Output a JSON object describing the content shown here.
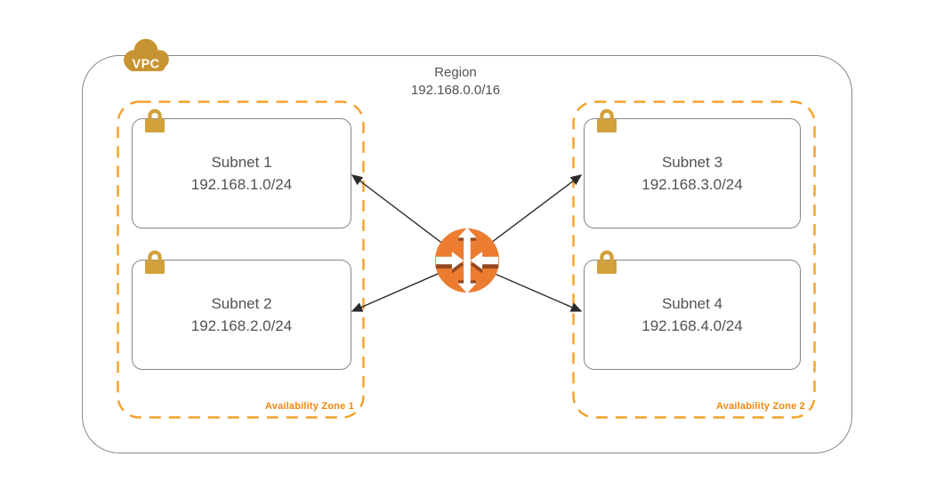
{
  "region": {
    "label": "Region",
    "cidr": "192.168.0.0/16"
  },
  "vpc": {
    "label": "VPC"
  },
  "zones": [
    {
      "label": "Availability Zone 1",
      "subnets": [
        {
          "name": "Subnet 1",
          "cidr": "192.168.1.0/24"
        },
        {
          "name": "Subnet 2",
          "cidr": "192.168.2.0/24"
        }
      ]
    },
    {
      "label": "Availability Zone 2",
      "subnets": [
        {
          "name": "Subnet 3",
          "cidr": "192.168.3.0/24"
        },
        {
          "name": "Subnet 4",
          "cidr": "192.168.4.0/24"
        }
      ]
    }
  ],
  "icons": {
    "cloud": "vpc-cloud-icon",
    "lock": "lock-icon",
    "router": "vpc-router-icon"
  },
  "colors": {
    "az_dash": "#F5A028",
    "az_label": "#F0860B",
    "region_border": "#87888C",
    "subnet_border": "#85868A",
    "text": "#515256",
    "gold": "#CE9D3A",
    "router_orange": "#EC7C30",
    "router_shadow": "#94481F",
    "arrow_line": "#2B2B2B"
  }
}
